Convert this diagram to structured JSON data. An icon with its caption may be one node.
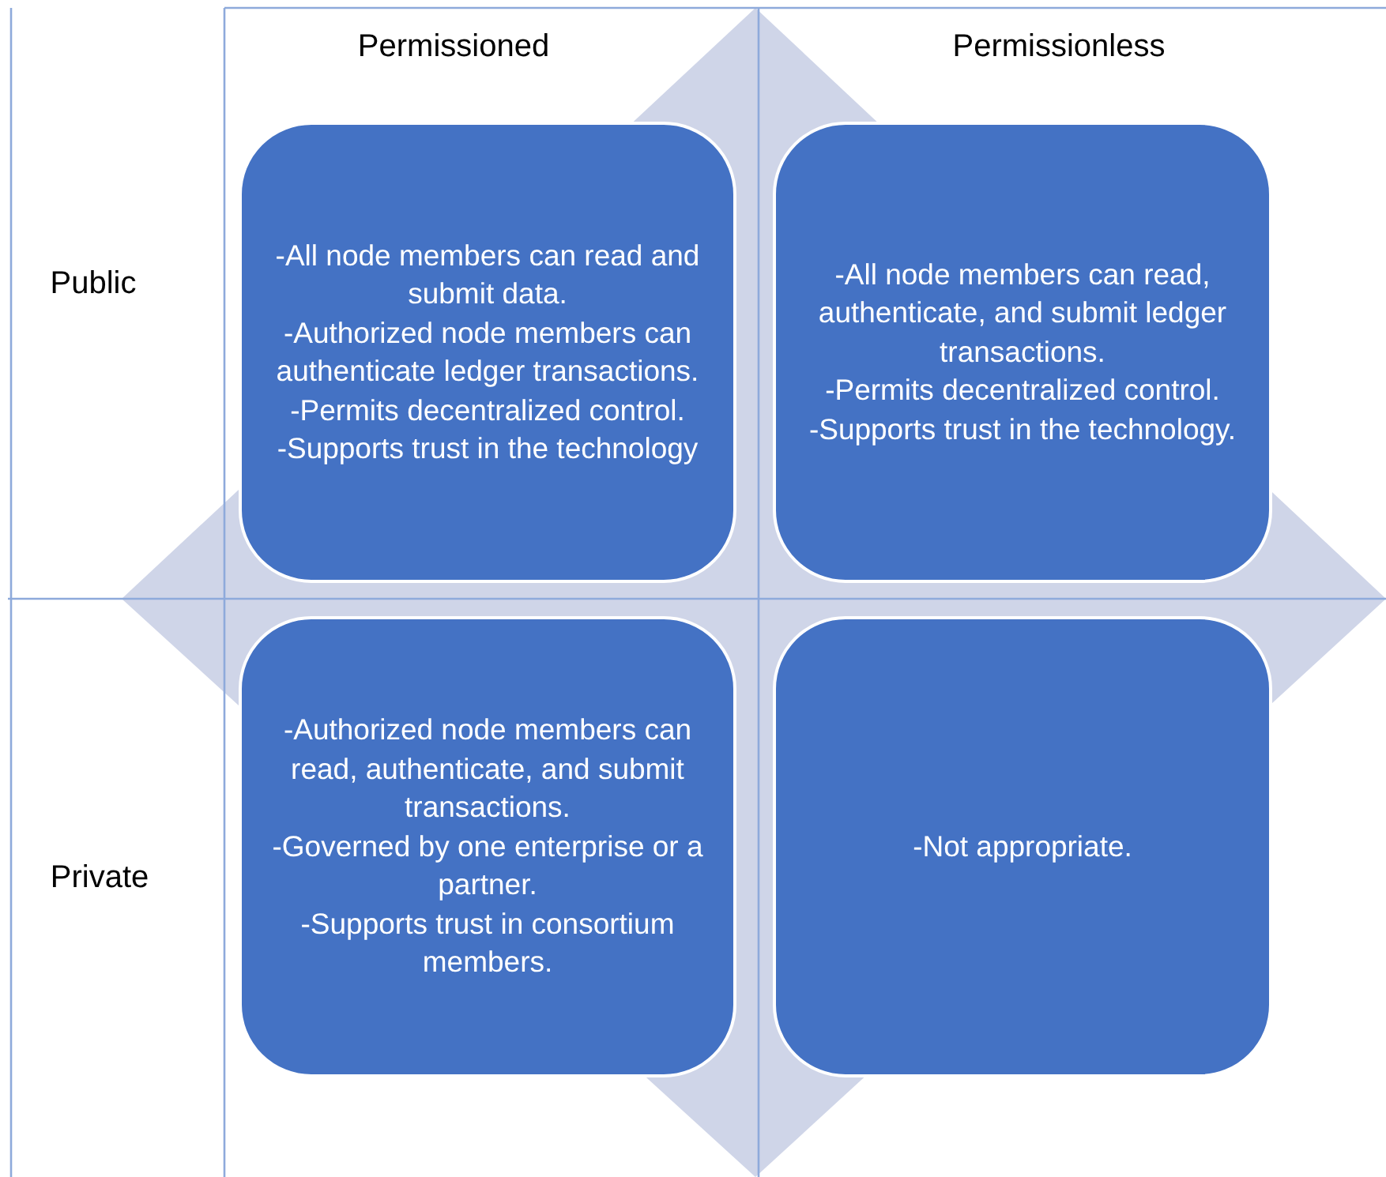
{
  "diagram": {
    "nodes": [
      {
        "text": [
          "-All node members can read and submit data.",
          "-Authorized node members can authenticate ledger transactions.",
          "-Permits decentralized control.",
          "-Supports trust in the technology"
        ]
      },
      {
        "text": [
          "-All node members can read, authenticate, and submit ledger transactions.",
          "-Permits decentralized control.",
          "-Supports trust in the technology."
        ]
      },
      {
        "text": [
          "-Authorized node members can  read, authenticate, and submit transactions.",
          "-Governed by one enterprise or a partner.",
          "-Supports trust in consortium members."
        ]
      },
      {
        "text": [
          "-Not appropriate."
        ]
      }
    ],
    "labels": [
      "Permissioned",
      "Permissionless",
      "Public",
      "Private"
    ]
  }
}
